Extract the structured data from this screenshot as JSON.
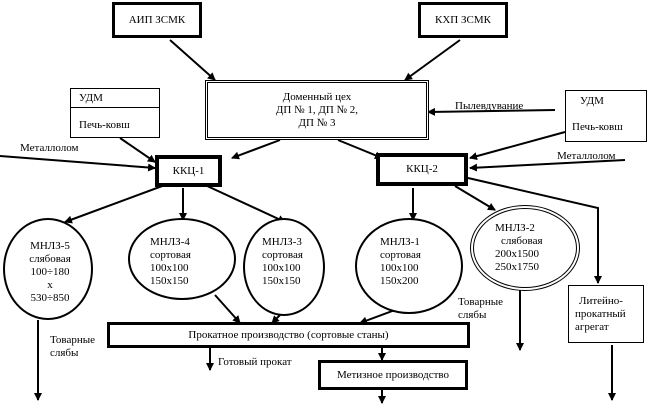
{
  "sources": {
    "aip": "АИП ЗСМК",
    "khp": "КХП ЗСМК"
  },
  "blast_furnace": {
    "line1": "Доменный цех",
    "line2": "ДП № 1, ДП № 2,",
    "line3": "ДП № 3"
  },
  "udm_left": {
    "title": "УДМ",
    "row": "Печь-ковш"
  },
  "udm_right": {
    "title": "УДМ",
    "row": "Печь-ковш"
  },
  "dust_blowing": "Пылевдувание",
  "scrap_left": "Металлолом",
  "scrap_right": "Металлолом",
  "kkc1": "ККЦ-1",
  "kkc2": "ККЦ-2",
  "mnlz5": [
    "МНЛЗ-5",
    "слябовая",
    "100÷180",
    "х",
    "530÷850"
  ],
  "mnlz4": [
    "МНЛЗ-4",
    "сортовая",
    "100х100",
    "150х150"
  ],
  "mnlz3": [
    "МНЛЗ-3",
    "сортовая",
    "100х100",
    "150х150"
  ],
  "mnlz1": [
    "МНЛЗ-1",
    "сортовая",
    "100х100",
    "150х200"
  ],
  "mnlz2": [
    "МНЛЗ-2",
    "слябовая",
    "200х1500",
    "250х1750"
  ],
  "commodity_slabs_left": [
    "Товарные",
    "слябы"
  ],
  "commodity_slabs_right": [
    "Товарные",
    "слябы"
  ],
  "casting_rolling": [
    "Литейно-",
    "прокатный",
    "агрегат"
  ],
  "rolling": "Прокатное производство (сортовые станы)",
  "finished_rolled": "Готовый прокат",
  "hardware": "Метизное производство"
}
